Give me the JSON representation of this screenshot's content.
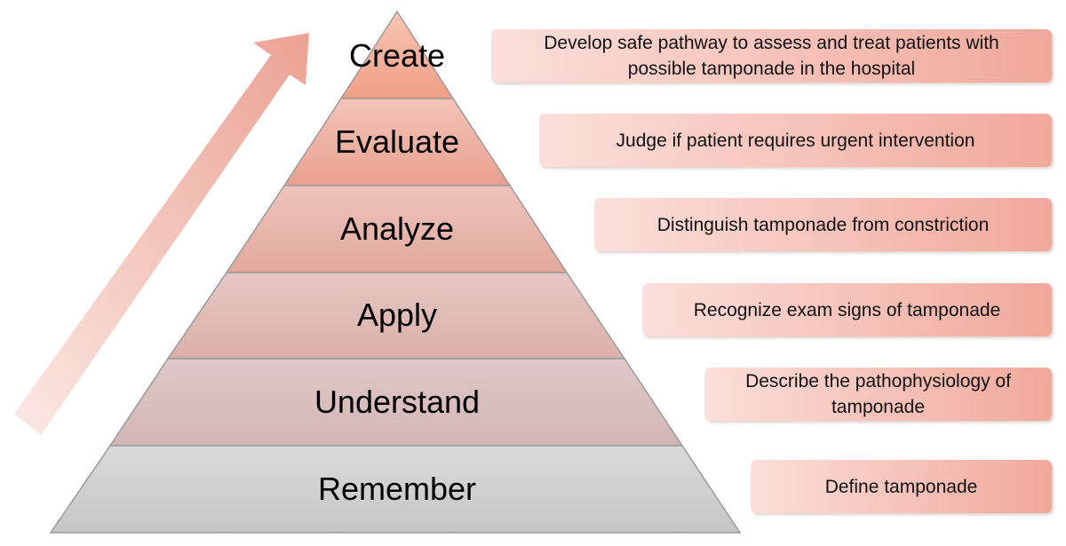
{
  "pyramid": {
    "levels": [
      {
        "label": "Create",
        "color_top": "#f8c6b5",
        "color_bottom": "#ef9e84"
      },
      {
        "label": "Evaluate",
        "color_top": "#f4c4b9",
        "color_bottom": "#e9a08e"
      },
      {
        "label": "Analyze",
        "color_top": "#eec4bc",
        "color_bottom": "#e2a89b"
      },
      {
        "label": "Apply",
        "color_top": "#e6c7c4",
        "color_bottom": "#dbb0a9"
      },
      {
        "label": "Understand",
        "color_top": "#dfc8c8",
        "color_bottom": "#d2b6b4"
      },
      {
        "label": "Remember",
        "color_top": "#dadada",
        "color_bottom": "#c6c6c6"
      }
    ]
  },
  "objectives": [
    {
      "text": "Develop safe pathway to assess and treat patients with\npossible tamponade in the hospital"
    },
    {
      "text": "Judge if patient requires urgent intervention"
    },
    {
      "text": "Distinguish tamponade from constriction"
    },
    {
      "text": "Recognize exam signs of tamponade"
    },
    {
      "text": "Describe the pathophysiology of\ntamponade"
    },
    {
      "text": "Define tamponade"
    }
  ],
  "arrow": {
    "icon": "up-right-arrow-icon",
    "color_start": "#fbe8e4",
    "color_end": "#eba293"
  },
  "colors": {
    "outline": "#9a9a9a"
  }
}
